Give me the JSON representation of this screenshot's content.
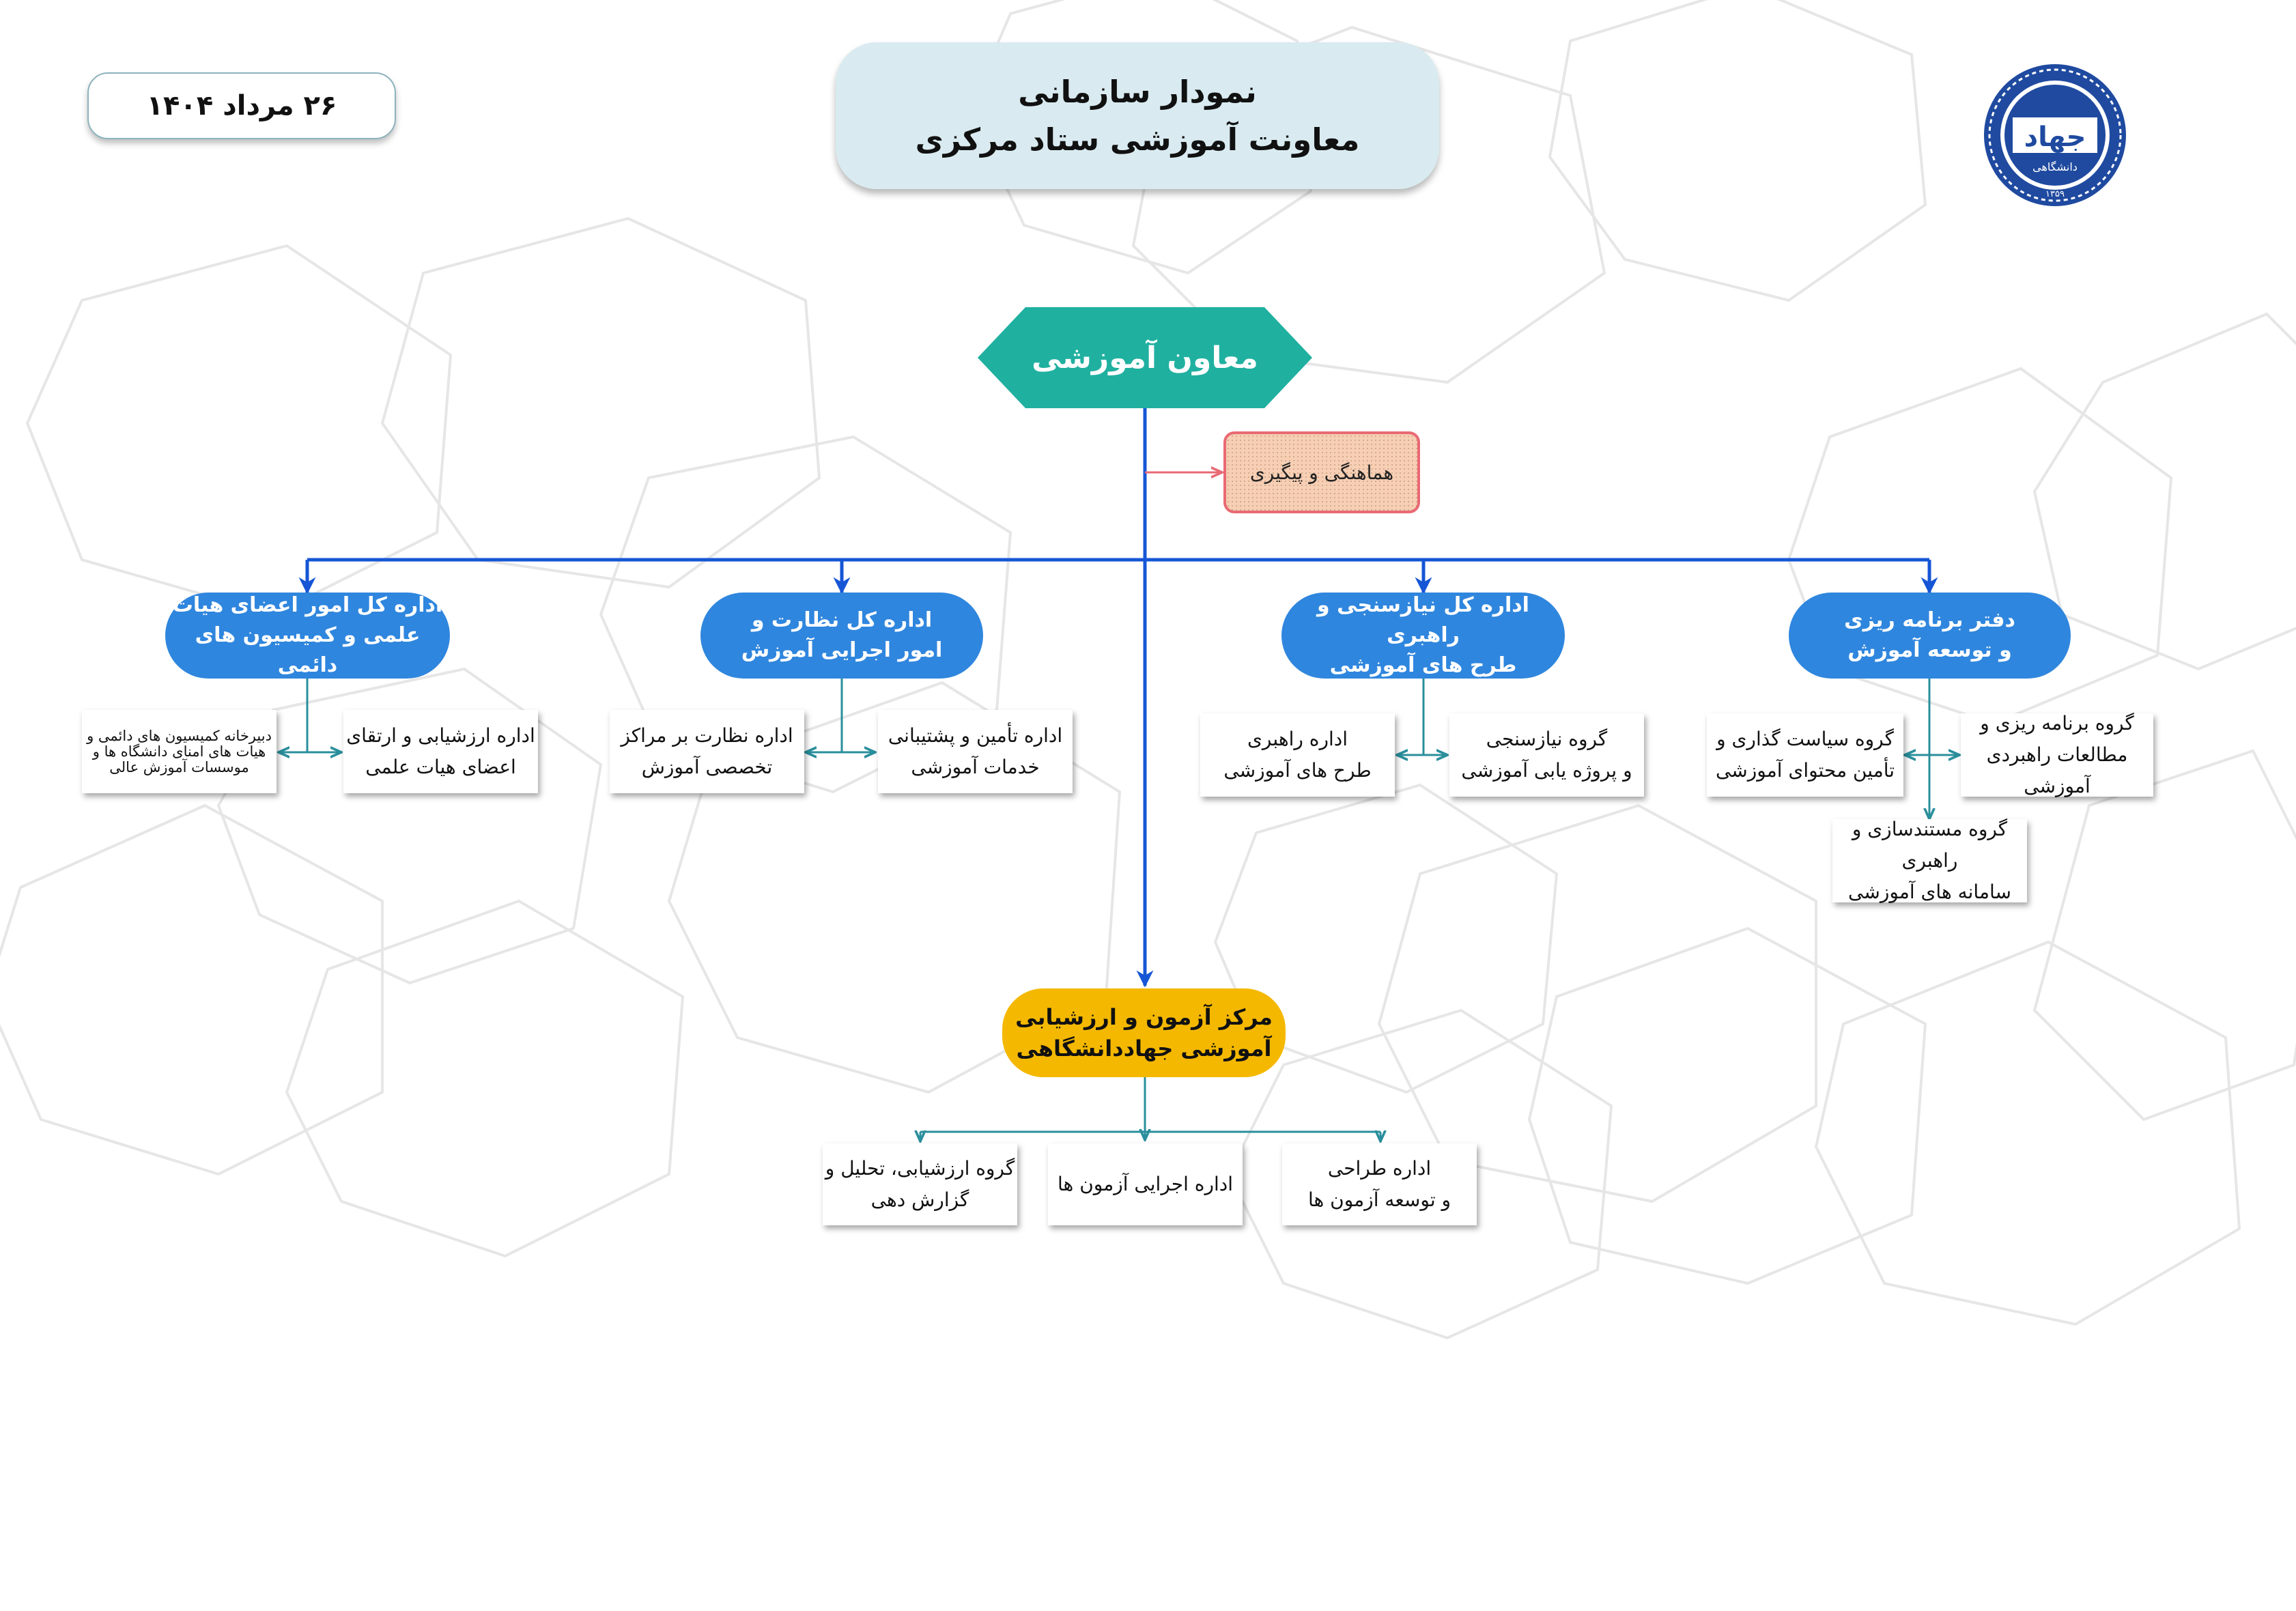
{
  "header": {
    "title_line1": "نمودار سازمانی",
    "title_line2": "معاونت آموزشی ستاد مرکزی",
    "date": "۲۶ مرداد ۱۴۰۴"
  },
  "logo": {
    "text": "جهاد",
    "subtext": "دانشگاهی",
    "year": "۱۳۵۹"
  },
  "top": {
    "label": "معاون آموزشی",
    "color": "#20b0a0"
  },
  "coordination": {
    "label": "هماهنگی و پیگیری"
  },
  "departments": [
    {
      "line1": "اداره کل امور اعضای هیات",
      "line2": "علمی و کمیسیون های دائمی",
      "units": [
        {
          "line1": "اداره ارزشیابی و ارتقای",
          "line2": "اعضای هیات علمی"
        },
        {
          "line1": "دبیرخانه کمیسیون های دائمی و",
          "line2": "هیات های امنای دانشگاه ها و",
          "line3": "موسسات آموزش عالی"
        }
      ]
    },
    {
      "line1": "اداره کل نظارت و",
      "line2": "امور اجرایی آموزش",
      "units": [
        {
          "line1": "اداره تأمین و پشتیبانی",
          "line2": "خدمات آموزشی"
        },
        {
          "line1": "اداره نظارت بر مراکز",
          "line2": "تخصصی آموزش"
        }
      ]
    },
    {
      "line1": "اداره کل نیازسنجی و راهبری",
      "line2": "طرح های آموزشی",
      "units": [
        {
          "line1": "گروه نیازسنجی",
          "line2": "و پروژه یابی آموزشی"
        },
        {
          "line1": "اداره راهبری",
          "line2": "طرح های آموزشی"
        }
      ]
    },
    {
      "line1": "دفتر برنامه ریزی",
      "line2": "و توسعه آموزش",
      "units": [
        {
          "line1": "گروه برنامه ریزی و",
          "line2": "مطالعات راهبردی آموزشی"
        },
        {
          "line1": "گروه سیاست گذاری و",
          "line2": "تأمین محتوای آموزشی"
        },
        {
          "line1": "گروه مستندسازی و راهبری",
          "line2": "سامانه های آموزشی"
        }
      ]
    }
  ],
  "exam_center": {
    "line1": "مرکز آزمون و ارزشیابی",
    "line2": "آموزشی جهاددانشگاهی",
    "units": [
      {
        "line1": "اداره طراحی",
        "line2": "و توسعه آزمون ها"
      },
      {
        "line1": "اداره اجرایی آزمون ها"
      },
      {
        "line1": "گروه ارزشیابی، تحلیل و",
        "line2": "گزارش دهی"
      }
    ]
  },
  "colors": {
    "dept_blue": "#2f86de",
    "line_blue": "#1656d6",
    "teal": "#2a8f9c",
    "exam_yellow": "#f4b800"
  }
}
